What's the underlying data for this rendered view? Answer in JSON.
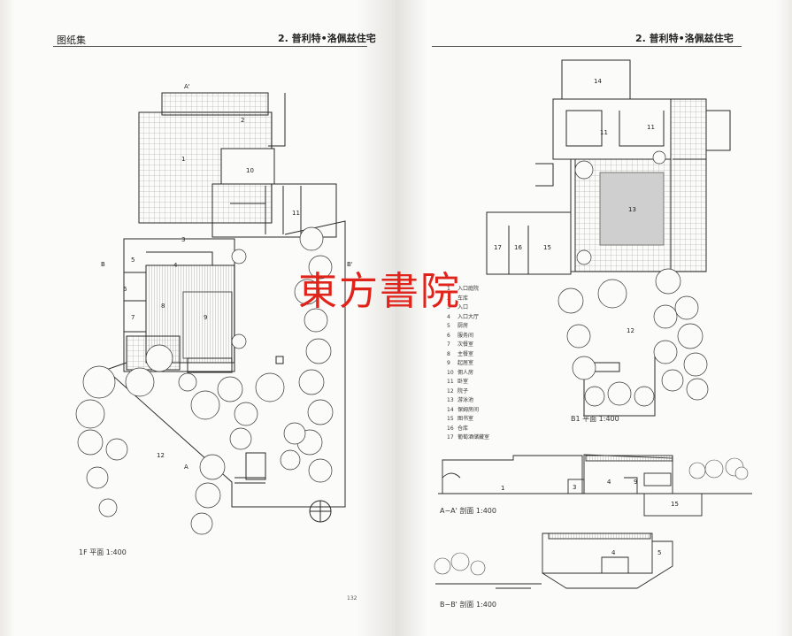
{
  "left_page": {
    "header_left": "图纸集",
    "header_right": "2. 普利特•洛佩兹住宅",
    "plan_caption": "1F 平面  1:400",
    "page_number": "132",
    "plan_labels": [
      "1",
      "2",
      "3",
      "4",
      "5",
      "6",
      "7",
      "8",
      "9",
      "10",
      "11",
      "12"
    ],
    "section_marks": [
      "A'",
      "B",
      "B'",
      "A"
    ]
  },
  "right_page": {
    "header_right": "2. 普利特•洛佩兹住宅",
    "plan_caption": "B1 平面  1:400",
    "plan_labels": [
      "11",
      "11",
      "12",
      "13",
      "14",
      "15",
      "16",
      "17"
    ],
    "section_aa_caption": "A−A' 剖面  1:400",
    "section_aa_labels": [
      "1",
      "3",
      "4",
      "9",
      "15"
    ],
    "section_bb_caption": "B−B' 剖面  1:400",
    "section_bb_labels": [
      "4",
      "5"
    ],
    "legend": [
      {
        "n": "1",
        "t": "入口庭院"
      },
      {
        "n": "2",
        "t": "车库"
      },
      {
        "n": "3",
        "t": "入口"
      },
      {
        "n": "4",
        "t": "入口大厅"
      },
      {
        "n": "5",
        "t": "厨房"
      },
      {
        "n": "6",
        "t": "服务间"
      },
      {
        "n": "7",
        "t": "次餐室"
      },
      {
        "n": "8",
        "t": "主餐室"
      },
      {
        "n": "9",
        "t": "起居室"
      },
      {
        "n": "10",
        "t": "佣人房"
      },
      {
        "n": "11",
        "t": "卧室"
      },
      {
        "n": "12",
        "t": "院子"
      },
      {
        "n": "13",
        "t": "游泳池"
      },
      {
        "n": "14",
        "t": "保姆房间"
      },
      {
        "n": "15",
        "t": "图书室"
      },
      {
        "n": "16",
        "t": "仓库"
      },
      {
        "n": "17",
        "t": "葡萄酒储藏室"
      }
    ]
  },
  "watermark": "東方書院",
  "colors": {
    "line": "#2a2a2a",
    "grid": "#9a9a9a",
    "pool": "#cfcfcf",
    "watermark": "#e0241b"
  }
}
